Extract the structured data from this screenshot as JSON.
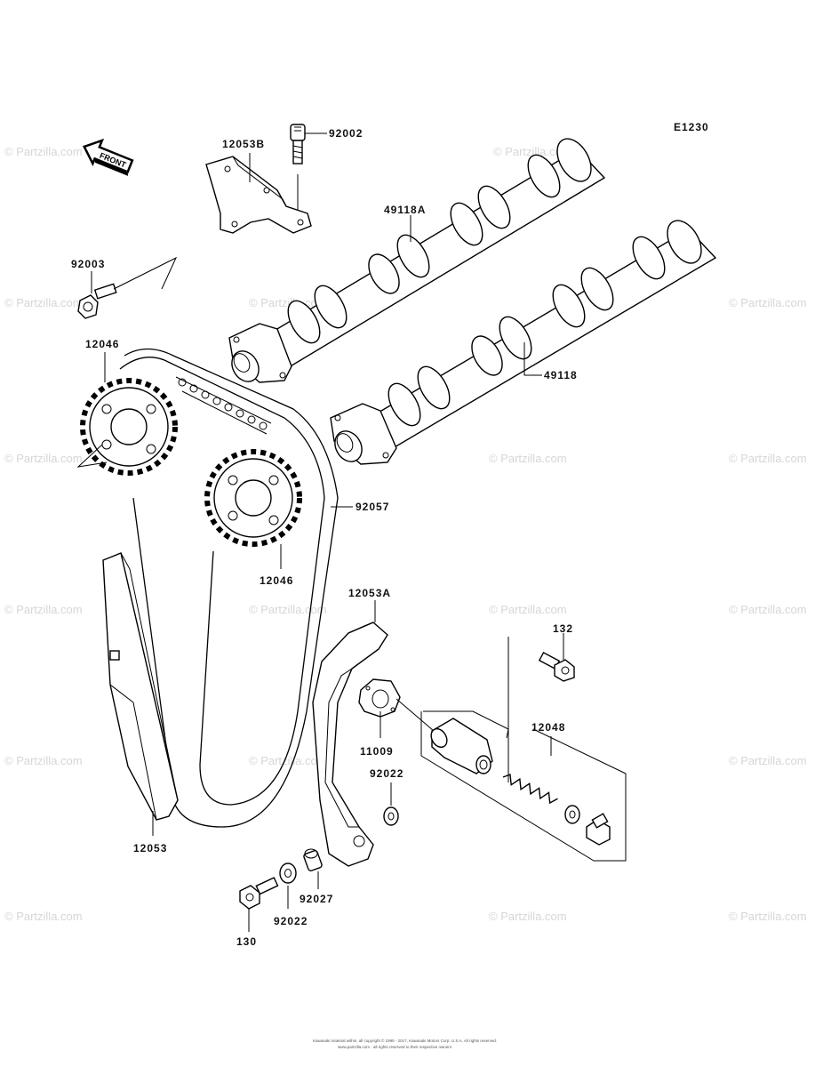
{
  "diagram_code": "E1230",
  "front_marker": "FRONT",
  "watermark": "© Partzilla.com",
  "copyright_line1": "Kawasaki material within, all copyright © 1995 - 2017, Kawasaki Motors Corp. U.S.A. All rights reserved.",
  "copyright_line2": "www.partzilla.com · all rights reserved to their respective owners",
  "labels": {
    "p92002": "92002",
    "p12053B": "12053B",
    "p49118A": "49118A",
    "p92003": "92003",
    "p12046_top": "12046",
    "p49118": "49118",
    "p92057": "92057",
    "p12046_bottom": "12046",
    "p12053A": "12053A",
    "p132": "132",
    "p12048": "12048",
    "p11009": "11009",
    "p92022_right": "92022",
    "p12053": "12053",
    "p92027": "92027",
    "p92022_bottom": "92022",
    "p130": "130"
  }
}
